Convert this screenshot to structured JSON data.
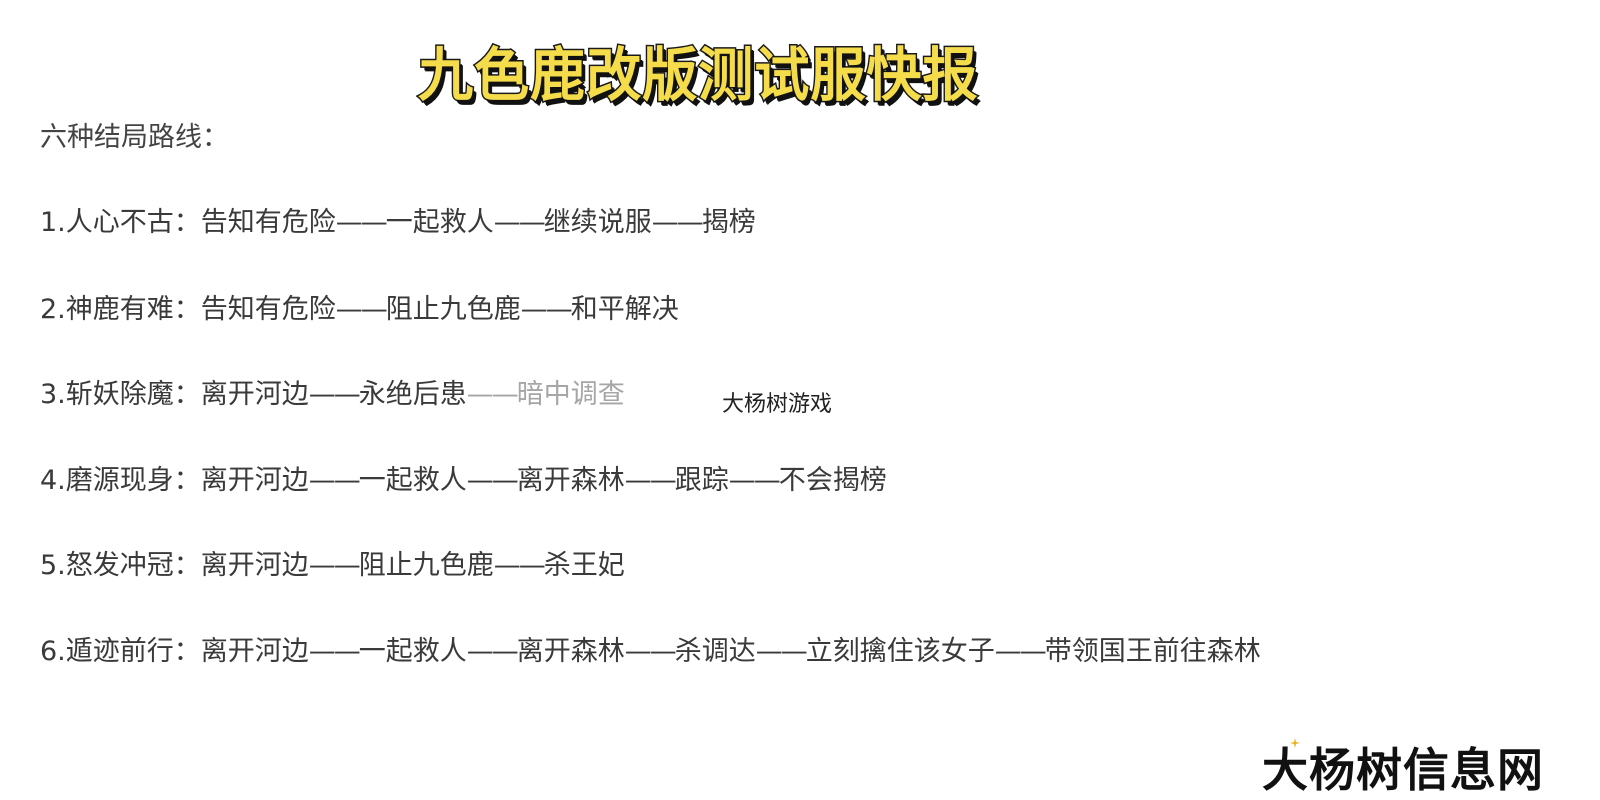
{
  "title": "九色鹿改版测试服快报",
  "subtitle": "六种结局路线：",
  "routes": [
    {
      "number": "1.",
      "name": "人心不古",
      "sep": "：",
      "steps": [
        "告知有危险",
        "一起救人",
        "继续说服",
        "揭榜"
      ]
    },
    {
      "number": "2.",
      "name": "神鹿有难",
      "sep": "：",
      "steps": [
        "告知有危险",
        "阻止九色鹿",
        "和平解决"
      ]
    },
    {
      "number": "3.",
      "name": "斩妖除魔",
      "sep": "：",
      "steps": [
        "离开河边",
        "永绝后患",
        "暗中调查"
      ]
    },
    {
      "number": "4.",
      "name": "磨源现身",
      "sep": "：",
      "steps": [
        "离开河边",
        "一起救人",
        "离开森林",
        "跟踪",
        "不会揭榜"
      ]
    },
    {
      "number": "5.",
      "name": "怒发冲冠",
      "sep": "：",
      "steps": [
        "离开河边",
        "阻止九色鹿",
        "杀王妃"
      ]
    },
    {
      "number": "6.",
      "name": "遁迹前行",
      "sep": "：",
      "steps": [
        "离开河边",
        "一起救人",
        "离开森林",
        "杀调达",
        "立刻擒住该女子",
        "带领国王前往森林"
      ]
    }
  ],
  "dash": "——",
  "watermark_text": "大杨树游戏",
  "logo_text": "大杨树信息网",
  "colors": {
    "title_fill": "#f5dc4a",
    "title_outline": "#1a1a1a",
    "text": "#3a3a3a",
    "faded_text": "#a6a6a6",
    "logo_spark": "#f0b020"
  }
}
